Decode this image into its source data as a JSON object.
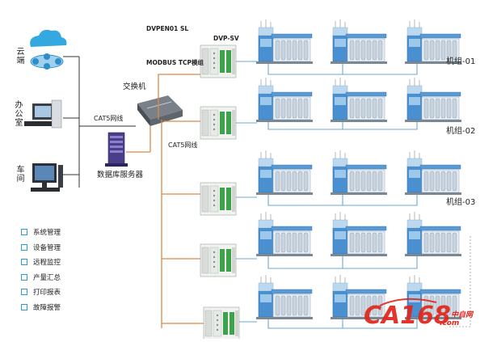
{
  "clients": {
    "cloud_label": "云端",
    "office_label": "办公室",
    "workshop_label": "车间"
  },
  "network": {
    "switch_label": "交换机",
    "db_server_label": "数据库服务器",
    "cable_left_label": "CAT5网线",
    "cable_right_label": "CAT5网线",
    "gateway_label_1": "DVPEN01 SL",
    "gateway_label_2": "MODBUS TCP模组",
    "plc_label": "DVP-SV"
  },
  "groups": [
    {
      "label": "机组-01"
    },
    {
      "label": "机组-02"
    },
    {
      "label": "机组-03"
    }
  ],
  "legend": [
    {
      "label": "系统管理"
    },
    {
      "label": "设备管理"
    },
    {
      "label": "远程监控"
    },
    {
      "label": "产量汇总"
    },
    {
      "label": "打印报表"
    },
    {
      "label": "故障报警"
    }
  ],
  "watermark": {
    "brand": "CA168",
    "sub1": "中自网",
    "sub2": ".com"
  },
  "colors": {
    "line_orange": "#d98a4a",
    "line_blue": "#6aa9d6",
    "legend_box": "#2a9bd6",
    "plc_green": "#3da34a",
    "machine_blue": "#3b86c8",
    "watermark_red": "#e0261b"
  }
}
